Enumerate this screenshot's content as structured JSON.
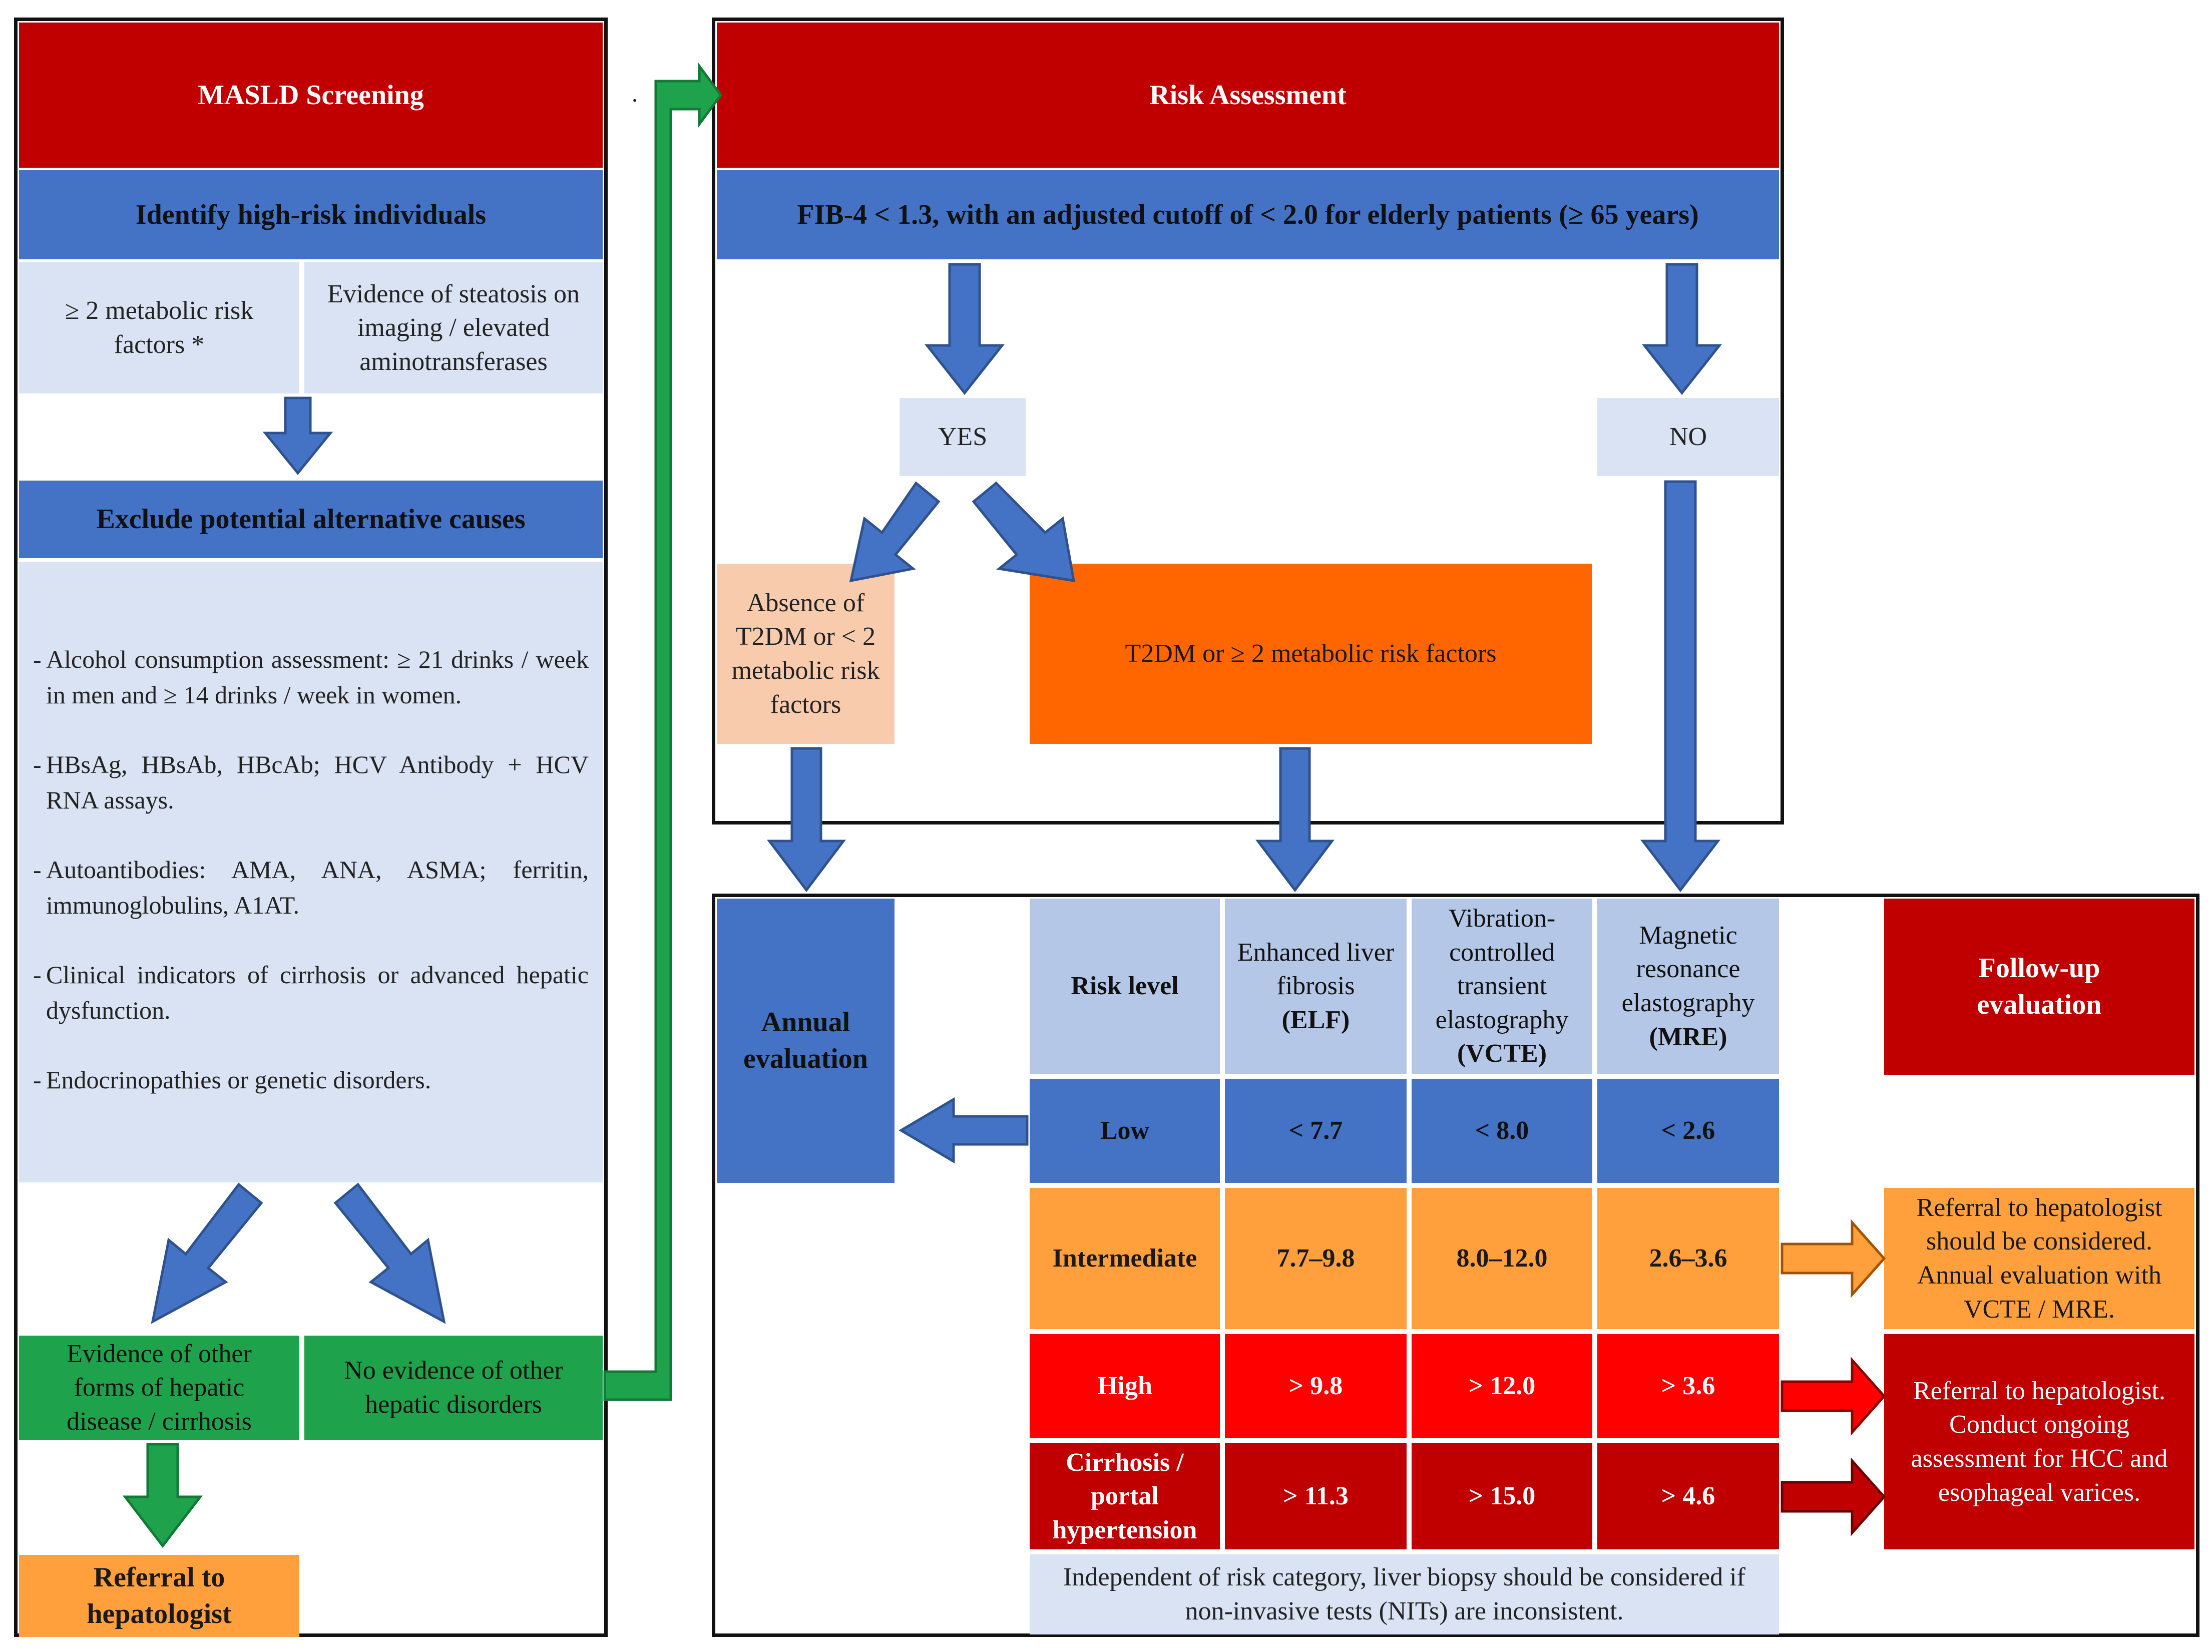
{
  "screening": {
    "title": "MASLD Screening",
    "identify_header": "Identify high-risk individuals",
    "criteria_left": "≥ 2 metabolic risk factors *",
    "criteria_right": "Evidence of steatosis on imaging / elevated aminotransferases",
    "exclude_header": "Exclude potential alternative causes",
    "exclusions": [
      "Alcohol consumption assessment: ≥ 21 drinks / week in men and ≥ 14 drinks / week in women.",
      "HBsAg, HBsAb, HBcAb; HCV Antibody + HCV RNA assays.",
      "Autoantibodies: AMA, ANA, ASMA; ferritin, immunoglobulins, A1AT.",
      "Clinical indicators of cirrhosis or advanced hepatic dysfunction.",
      "Endocrinopathies or genetic disorders."
    ],
    "outcome_other_disease": "Evidence of other forms of hepatic disease / cirrhosis",
    "outcome_no_other": "No evidence of other hepatic disorders",
    "referral": "Referral to hepatologist",
    "dot": "."
  },
  "risk": {
    "title": "Risk Assessment",
    "fib4_header": "FIB-4 < 1.3, with an adjusted cutoff of < 2.0 for elderly patients (≥ 65 years)",
    "yes": "YES",
    "no": "NO",
    "absence": "Absence of T2DM or < 2 metabolic risk factors",
    "t2dm": "T2DM or ≥ 2 metabolic risk factors"
  },
  "evaluation": {
    "annual": "Annual evaluation",
    "followup_title": "Follow-up evaluation",
    "table_headers": {
      "risk_level": "Risk level",
      "elf_name": "Enhanced liver fibrosis",
      "elf_abbr": "(ELF)",
      "vcte_name": "Vibration-controlled transient elastography",
      "vcte_abbr": "(VCTE)",
      "mre_name": "Magnetic resonance elastography",
      "mre_abbr": "(MRE)"
    },
    "rows": [
      {
        "level": "Low",
        "elf": "< 7.7",
        "vcte": "< 8.0",
        "mre": "< 2.6"
      },
      {
        "level": "Intermediate",
        "elf": "7.7–9.8",
        "vcte": "8.0–12.0",
        "mre": "2.6–3.6"
      },
      {
        "level": "High",
        "elf": "> 9.8",
        "vcte": "> 12.0",
        "mre": "> 3.6"
      },
      {
        "level": "Cirrhosis / portal hypertension",
        "elf": "> 11.3",
        "vcte": "> 15.0",
        "mre": "> 4.6"
      }
    ],
    "followup_intermediate": "Referral to hepatologist should be considered. Annual evaluation with VCTE / MRE.",
    "followup_high": "Referral to hepatologist. Conduct ongoing assessment for HCC and esophageal varices.",
    "biopsy_note": "Independent of risk category, liver biopsy should be considered if non-invasive tests (NITs) are inconsistent."
  },
  "colors": {
    "header_red": "#c00000",
    "section_blue": "#4472c4",
    "light_blue": "#dae3f3",
    "green": "#1ea24b",
    "orange": "#ff6600",
    "peach": "#f8cbad",
    "amber": "#ffa03c",
    "bright_red": "#ff0000"
  }
}
